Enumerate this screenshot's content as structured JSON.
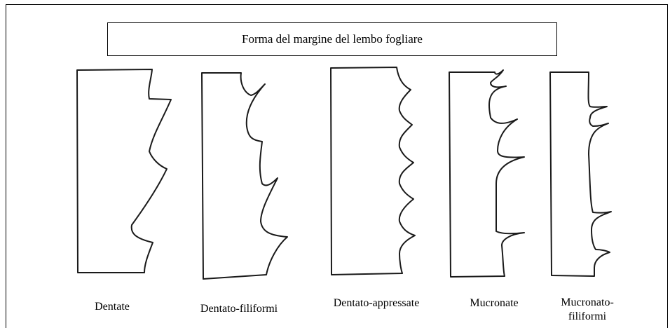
{
  "title": "Forma del margine del lembo fogliare",
  "shapes": [
    {
      "id": "dentate",
      "label_lines": [
        "Dentate"
      ],
      "icon": "dentate-margin"
    },
    {
      "id": "dentato-filiformi",
      "label_lines": [
        "Dentato-filiformi"
      ],
      "icon": "dentato-filiform-margin"
    },
    {
      "id": "dentato-appressate",
      "label_lines": [
        "Dentato-appressate"
      ],
      "icon": "dentato-appressed-margin"
    },
    {
      "id": "mucronate",
      "label_lines": [
        "Mucronate"
      ],
      "icon": "mucronate-margin"
    },
    {
      "id": "mucronato-filiformi",
      "label_lines": [
        "Mucronato-",
        "filiformi"
      ],
      "icon": "mucronato-filiform-margin"
    }
  ],
  "colors": {
    "ink": "#1a1a1a",
    "background": "#ffffff"
  }
}
